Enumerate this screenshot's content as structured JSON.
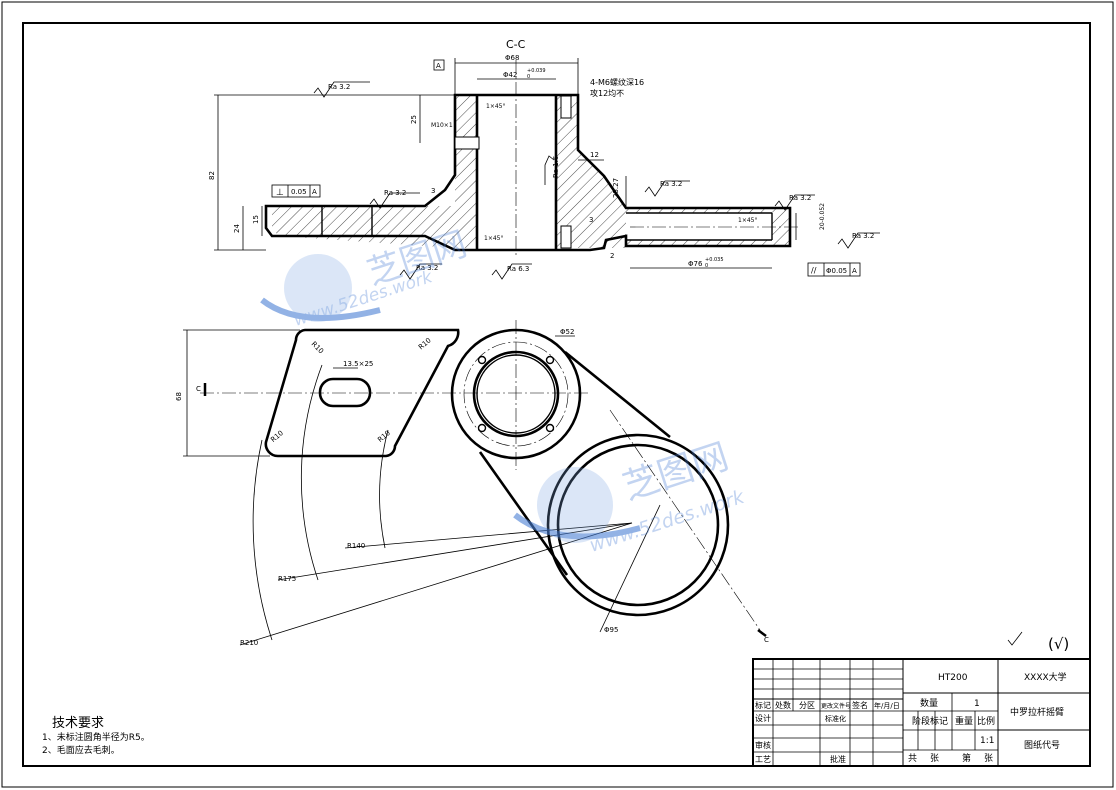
{
  "section_label": "C-C",
  "datum_label": "A",
  "section_cut_letter": "C",
  "dims": {
    "d68": "Φ68",
    "d42": "Φ42",
    "d42_tol": "+0.039",
    "d42_tol_low": "0",
    "thread_note_1": "4-M6螺纹深16",
    "thread_note_2": "攻12均不",
    "chamfer_top": "1×45°",
    "chamfer_mid": "1×45°",
    "chamfer_right": "1×45°",
    "m10": "M10×1",
    "h25": "25",
    "h82": "82",
    "h24": "24",
    "h15": "15",
    "h3": "3",
    "h12": "12",
    "h25_27": "25.27",
    "h3_small": "3",
    "h2": "2",
    "d76": "Φ76",
    "d76_tol": "+0.035",
    "d76_tol_low": "0",
    "h20_tol": "20-0.052",
    "slot": "13.5×25",
    "r10a": "R10",
    "r10b": "R10",
    "r10c": "R10",
    "r10d": "R10",
    "h68": "68",
    "d52": "Φ52",
    "r140": "R140",
    "r175": "R175",
    "r210": "R210",
    "d95": "Φ95"
  },
  "roughness": {
    "ra32_a": "Ra 3.2",
    "ra32_b": "Ra 3.2",
    "ra32_c": "Ra 3.2",
    "ra32_d": "Ra 3.2",
    "ra32_e": "Ra 3.2",
    "ra32_f": "Ra 3.2",
    "ra16": "Ra 1.6",
    "ra63": "Ra 6.3"
  },
  "gdt": {
    "perp_symbol": "⊥",
    "perp_value": "0.05",
    "perp_datum": "A",
    "par_symbol": "//",
    "par_value": "Φ0.05",
    "par_datum": "A"
  },
  "watermark": {
    "brand": "芝图网",
    "url": "www.52des.work"
  },
  "finish_symbol": "(√)",
  "tech_requirements": {
    "title": "技术要求",
    "items": [
      "1、未标注圆角半径为R5。",
      "2、毛面应去毛刺。"
    ]
  },
  "title_block": {
    "material": "HT200",
    "university": "XXXX大学",
    "part_name": "中罗拉杆摇臂",
    "drawing_code": "图纸代号",
    "quantity_label": "数量",
    "quantity_value": "1",
    "stage_label": "阶段标记",
    "weight_label": "重量",
    "scale_label": "比例",
    "scale_value": "1:1",
    "total_label": "共",
    "sheet_unit": "张",
    "page_label": "第",
    "page_unit": "张",
    "mark": "标记",
    "count": "处数",
    "zone": "分区",
    "doc_no": "更改文件号",
    "sign": "签名",
    "date": "年/月/日",
    "design": "设计",
    "standardize": "标准化",
    "review": "审核",
    "process": "工艺",
    "approve": "批准"
  }
}
